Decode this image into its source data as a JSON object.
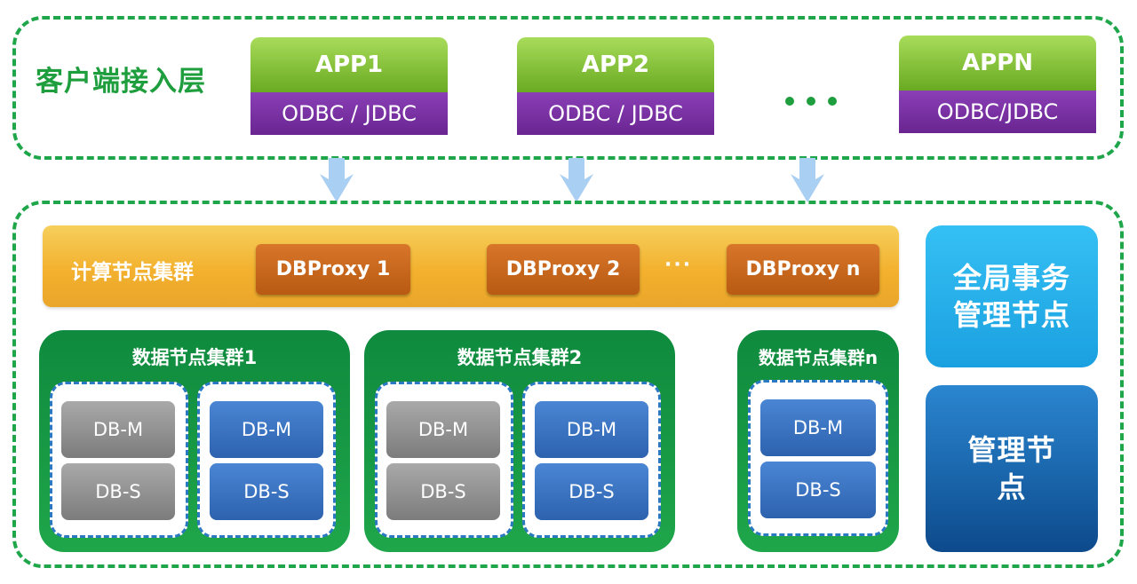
{
  "client_layer": {
    "label": "客户端接入层",
    "apps": [
      {
        "name": "APP1",
        "driver": "ODBC / JDBC"
      },
      {
        "name": "APP2",
        "driver": "ODBC / JDBC"
      },
      {
        "name": "APPN",
        "driver": "ODBC/JDBC"
      }
    ]
  },
  "compute_layer": {
    "label": "计算节点集群",
    "proxies": [
      "DBProxy 1",
      "DBProxy 2",
      "DBProxy n"
    ],
    "ellipsis": "···"
  },
  "data_clusters": [
    {
      "title": "数据节点集群1",
      "pairs": [
        {
          "master": "DB-M",
          "slave": "DB-S"
        },
        {
          "master": "DB-M",
          "slave": "DB-S"
        }
      ]
    },
    {
      "title": "数据节点集群2",
      "pairs": [
        {
          "master": "DB-M",
          "slave": "DB-S"
        },
        {
          "master": "DB-M",
          "slave": "DB-S"
        }
      ]
    },
    {
      "title": "数据节点集群n",
      "pairs": [
        {
          "master": "DB-M",
          "slave": "DB-S"
        }
      ]
    }
  ],
  "right_nodes": {
    "transaction": {
      "line1": "全局事务",
      "line2": "管理节点"
    },
    "management": {
      "line1": "管理节",
      "line2": "点"
    }
  },
  "colors": {
    "region_border": "#1fa64a",
    "app_green": "#7cba2f",
    "driver_purple": "#7a2fa4",
    "compute_yellow": "#f3b12e",
    "proxy_orange": "#c8661c",
    "cluster_green": "#149644",
    "db_gray": "#8f8f8f",
    "db_blue": "#3a72c0",
    "tx_blue": "#23aaea",
    "mgmt_blue": "#17609f"
  }
}
